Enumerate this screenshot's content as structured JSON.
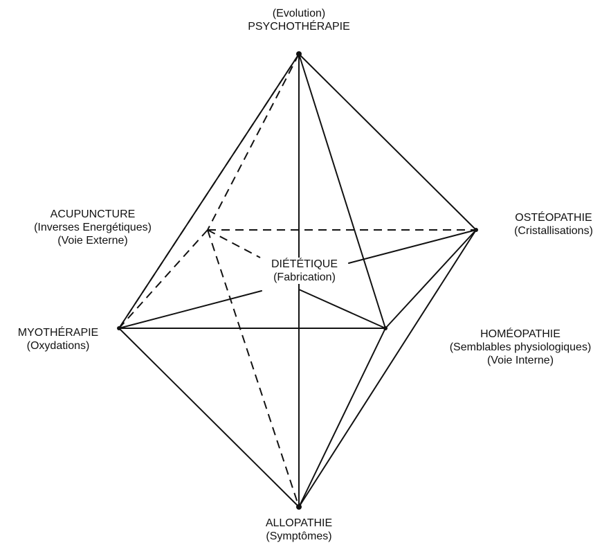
{
  "diagram": {
    "nodes": {
      "top": {
        "lines": [
          "(Evolution)",
          "PSYCHOTHÉRAPIE"
        ]
      },
      "back_left": {
        "lines": [
          "ACUPUNCTURE",
          "(Inverses Energétiques)",
          "(Voie Externe)"
        ]
      },
      "back_right": {
        "lines": [
          "OSTÉOPATHIE",
          "(Cristallisations)"
        ]
      },
      "front_left": {
        "lines": [
          "MYOTHÉRAPIE",
          "(Oxydations)"
        ]
      },
      "front_right": {
        "lines": [
          "HOMÉOPATHIE",
          "(Semblables physiologiques)",
          "(Voie Interne)"
        ]
      },
      "bottom": {
        "lines": [
          "ALLOPATHIE",
          "(Symptômes)"
        ]
      },
      "center": {
        "lines": [
          "DIÉTÉTIQUE",
          "(Fabrication)"
        ]
      }
    }
  }
}
